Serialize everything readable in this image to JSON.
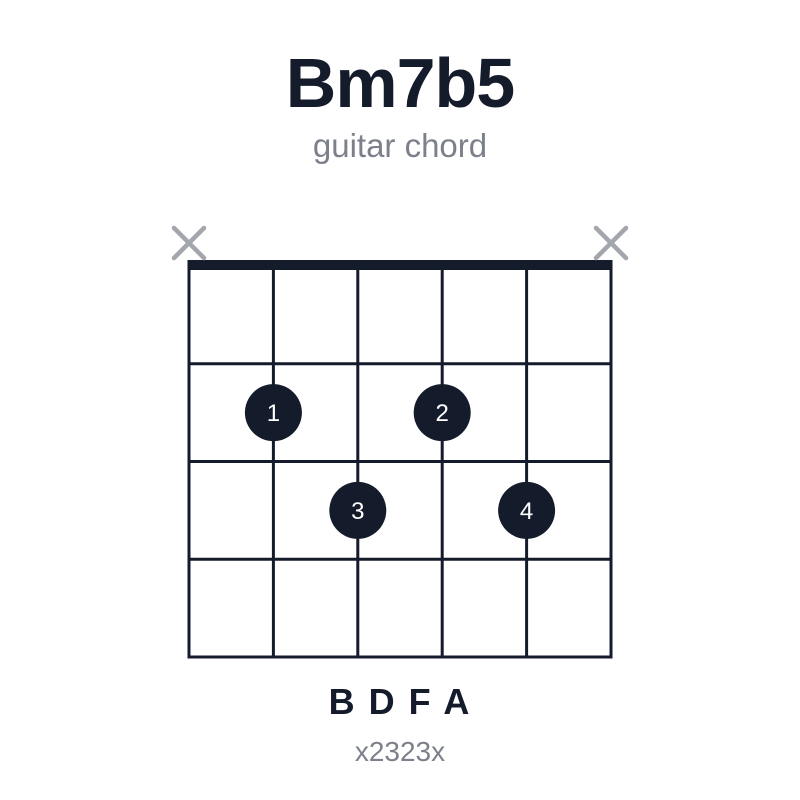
{
  "chord": {
    "name": "Bm7b5",
    "subtitle": "guitar chord",
    "notes": "B D F A",
    "fingering": "x2323x"
  },
  "diagram": {
    "strings": 6,
    "frets": 4,
    "string_markers": [
      "x",
      "",
      "",
      "",
      "",
      "x"
    ],
    "finger_positions": [
      {
        "string": 2,
        "fret": 2,
        "finger": "1"
      },
      {
        "string": 3,
        "fret": 3,
        "finger": "3"
      },
      {
        "string": 4,
        "fret": 2,
        "finger": "2"
      },
      {
        "string": 5,
        "fret": 3,
        "finger": "4"
      }
    ]
  },
  "colors": {
    "ink": "#141b2b",
    "muted_marker": "#a3a6ad",
    "subtitle": "#7c808a",
    "dot_text": "#ffffff"
  }
}
